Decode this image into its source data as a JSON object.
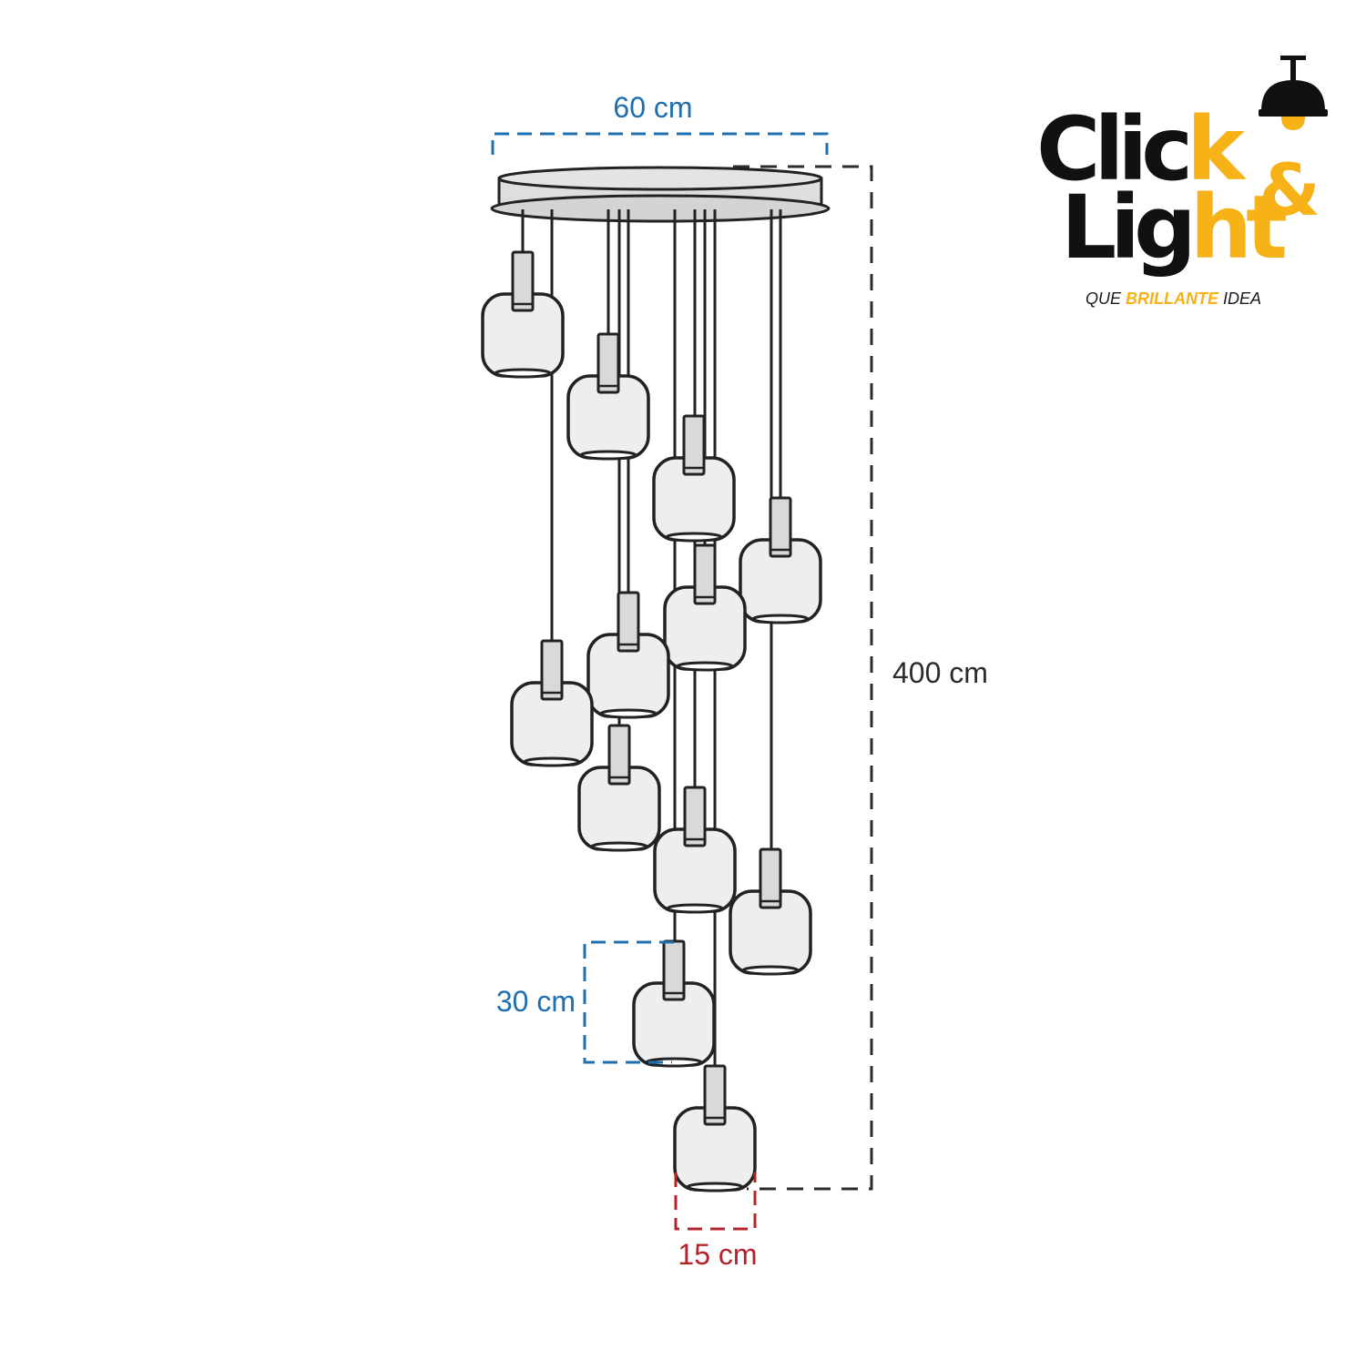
{
  "dimensions": {
    "width": "60 cm",
    "height": "400 cm",
    "shade_height": "30 cm",
    "shade_width": "15 cm"
  },
  "logo": {
    "line1_dark": "Clic",
    "line1_accent": "k",
    "ampersand": "&",
    "line2_dark": "Lig",
    "line2_accent": "ht",
    "tagline_prefix": "QUE ",
    "tagline_highlight": "BRILLANTE",
    "tagline_suffix": " IDEA"
  },
  "colors": {
    "dimension_blue": "#1d6fb0",
    "dimension_red": "#b4232c",
    "dimension_dark": "#2b2b2b",
    "brand_yellow": "#f6b216",
    "brand_dark": "#111111",
    "shade_fill": "#eeeeee",
    "line": "#222222"
  }
}
